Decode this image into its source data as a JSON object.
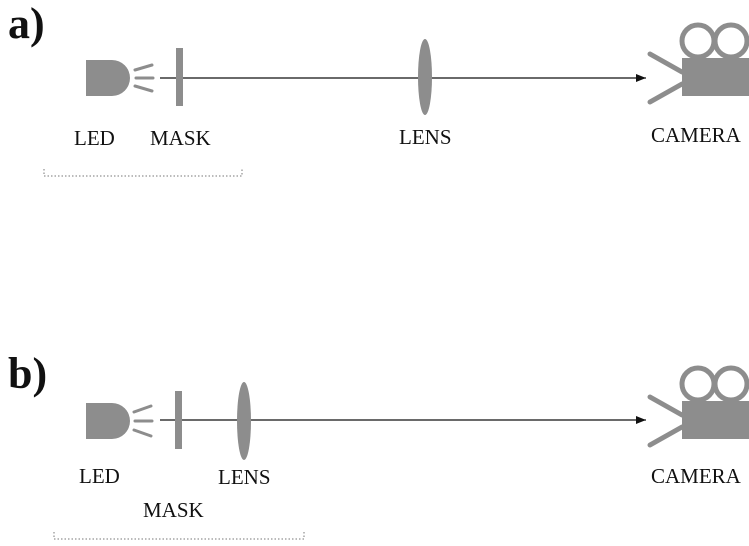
{
  "colors": {
    "component": "#8d8d8d",
    "line": "#111111",
    "bracket": "#777777",
    "text": "#111111"
  },
  "panels": [
    {
      "label": "a)",
      "components": {
        "led": "LED",
        "mask": "MASK",
        "lens": "LENS",
        "camera": "CAMERA"
      }
    },
    {
      "label": "b)",
      "components": {
        "led": "LED",
        "mask": "MASK",
        "lens": "LENS",
        "camera": "CAMERA"
      }
    }
  ]
}
